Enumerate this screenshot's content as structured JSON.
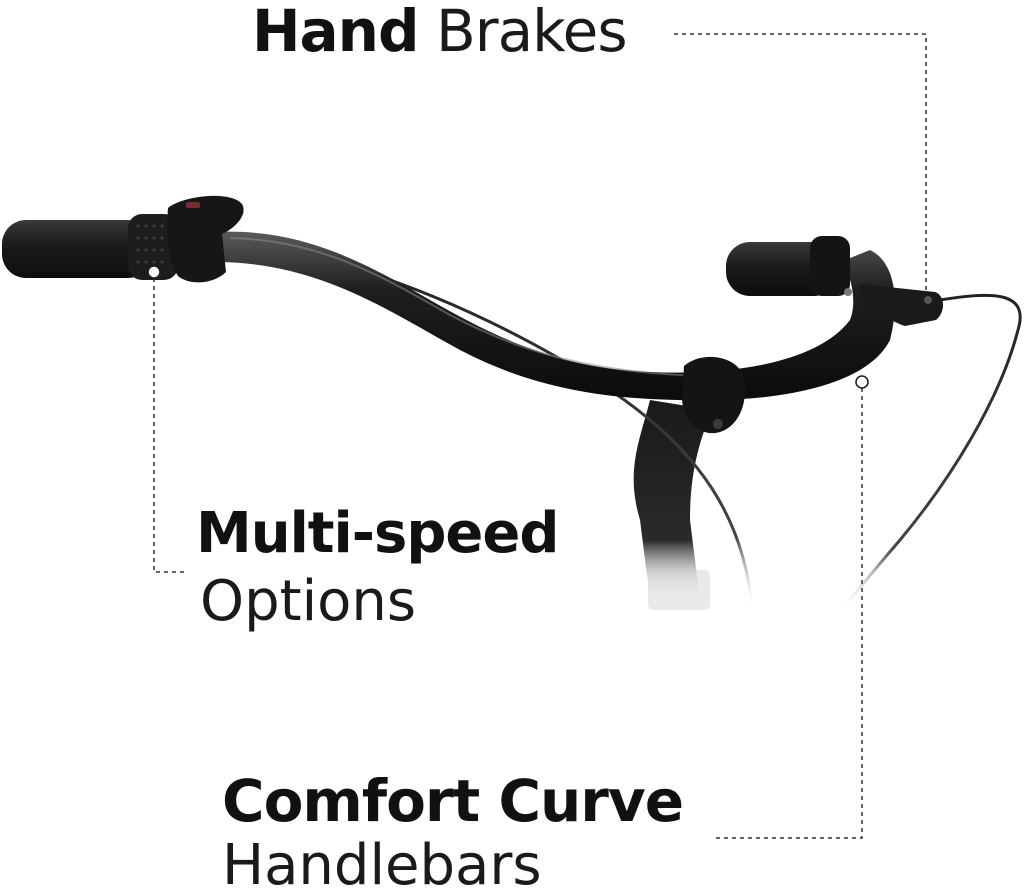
{
  "callouts": {
    "hand_brakes": {
      "bold": "Hand",
      "light": "Brakes"
    },
    "multi_speed": {
      "bold": "Multi-speed",
      "light": "Options"
    },
    "comfort_curve": {
      "bold": "Comfort Curve",
      "light": "Handlebars"
    }
  },
  "colors": {
    "background": "#ffffff",
    "text": "#111111",
    "bike_black": "#1b1b1b",
    "grip_black": "#222222",
    "leader_line": "#333333"
  },
  "icons": [
    "callout-anchor-icon"
  ]
}
